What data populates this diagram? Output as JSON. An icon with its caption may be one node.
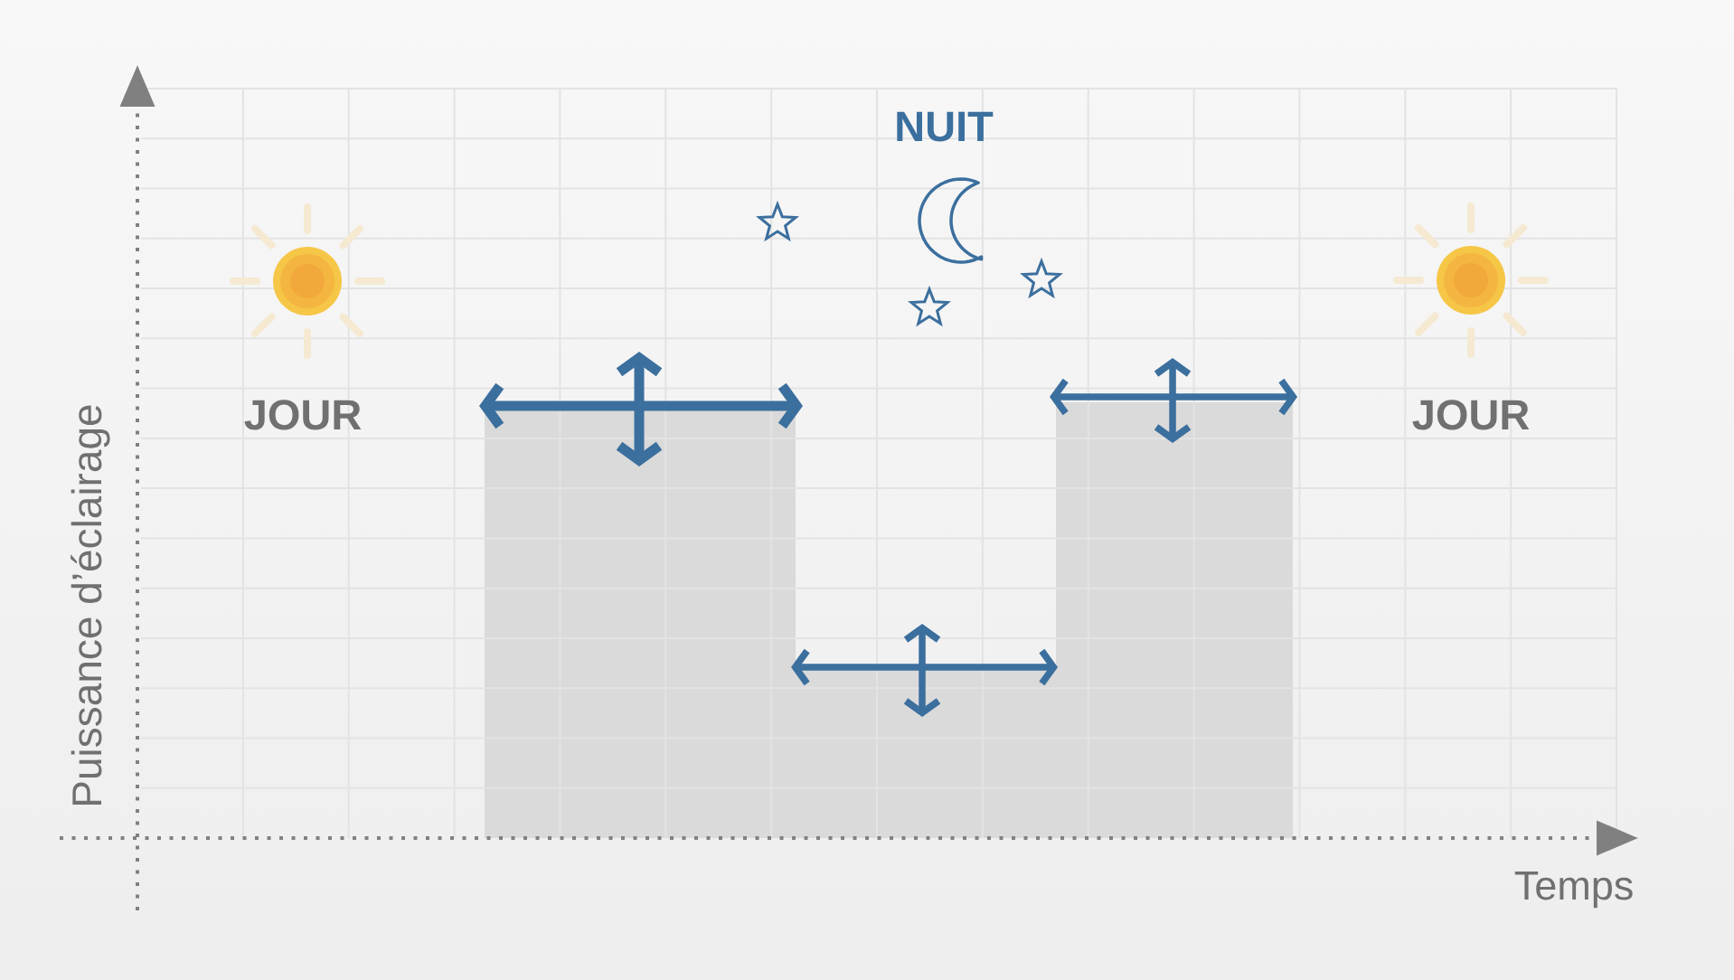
{
  "diagram": {
    "labels": [
      "NUIT",
      "JOUR",
      "JOUR",
      "Puissance d’éclairage",
      "Temps"
    ]
  }
}
